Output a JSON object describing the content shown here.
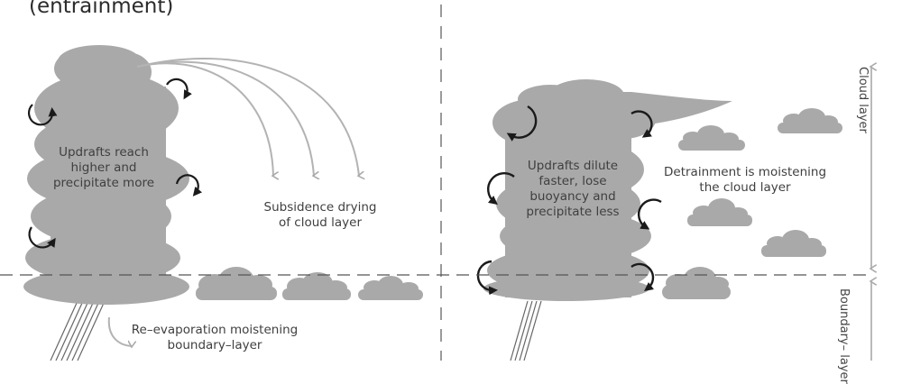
{
  "header": {
    "title": "(entrainment)"
  },
  "left_panel": {
    "updraft_label": [
      "Updrafts reach",
      "higher and",
      "precipitate more"
    ],
    "subsidence_label": [
      "Subsidence drying",
      "of cloud layer"
    ],
    "reevaporation_label": [
      "Re–evaporation moistening",
      "boundary–layer"
    ]
  },
  "right_panel": {
    "updraft_label": [
      "Updrafts dilute",
      "faster, lose",
      "buoyancy and",
      "precipitate less"
    ],
    "detrainment_label": [
      "Detrainment is moistening",
      "the cloud layer"
    ]
  },
  "axis": {
    "cloud_layer": "Cloud layer",
    "boundary_layer": [
      "Boundary–",
      "layer"
    ]
  },
  "colors": {
    "cloud": "#a9a9a9",
    "arrow": "#b3b3b3",
    "eddy": "#1a1a1a",
    "text": "#3f3f3f"
  }
}
